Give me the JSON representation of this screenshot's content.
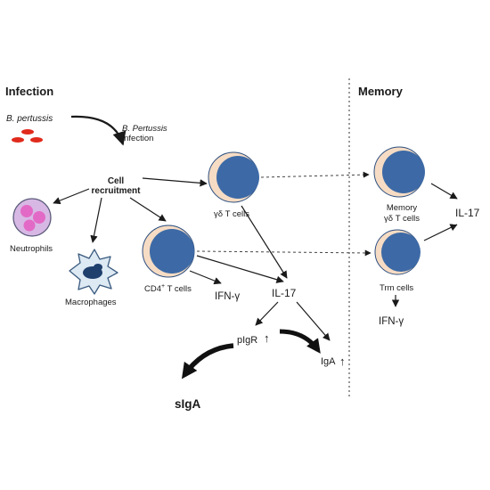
{
  "sections": {
    "infection": "Infection",
    "memory": "Memory"
  },
  "labels": {
    "pathogen": "B. pertussis",
    "infection_line1": "B. Pertussis",
    "infection_line2": "infection",
    "cell_recruitment_line1": "Cell",
    "cell_recruitment_line2": "recruitment",
    "neutrophils": "Neutrophils",
    "macrophages": "Macrophages",
    "gd_t_cells": "γδ T cells",
    "cd4_t_cells": "CD4",
    "cd4_superscript": "+",
    "cd4_suffix": " T cells",
    "ifn_gamma": "IFN-γ",
    "il17": "IL-17",
    "pigr": "pIgR",
    "iga": "IgA",
    "up_arrow": "↑",
    "siga": "sIgA",
    "memory_line1": "Memory",
    "memory_line2": "γδ T cells",
    "il17_memory": "IL-17",
    "trm_cells": "Trm cells",
    "ifn_gamma_memory": "IFN-γ"
  },
  "colors": {
    "cell_fill": "#3d6aa6",
    "cell_outline": "#2d4f80",
    "cell_crescent": "#f6dcc4",
    "bacteria": "#e02a1c",
    "neutrophil_body": "#d7b8e4",
    "neutrophil_nucleus": "#e26ac6",
    "macrophage_body": "#dde9f3",
    "macrophage_nucleus": "#1f3f6d",
    "arrow": "#1a1a1a"
  }
}
